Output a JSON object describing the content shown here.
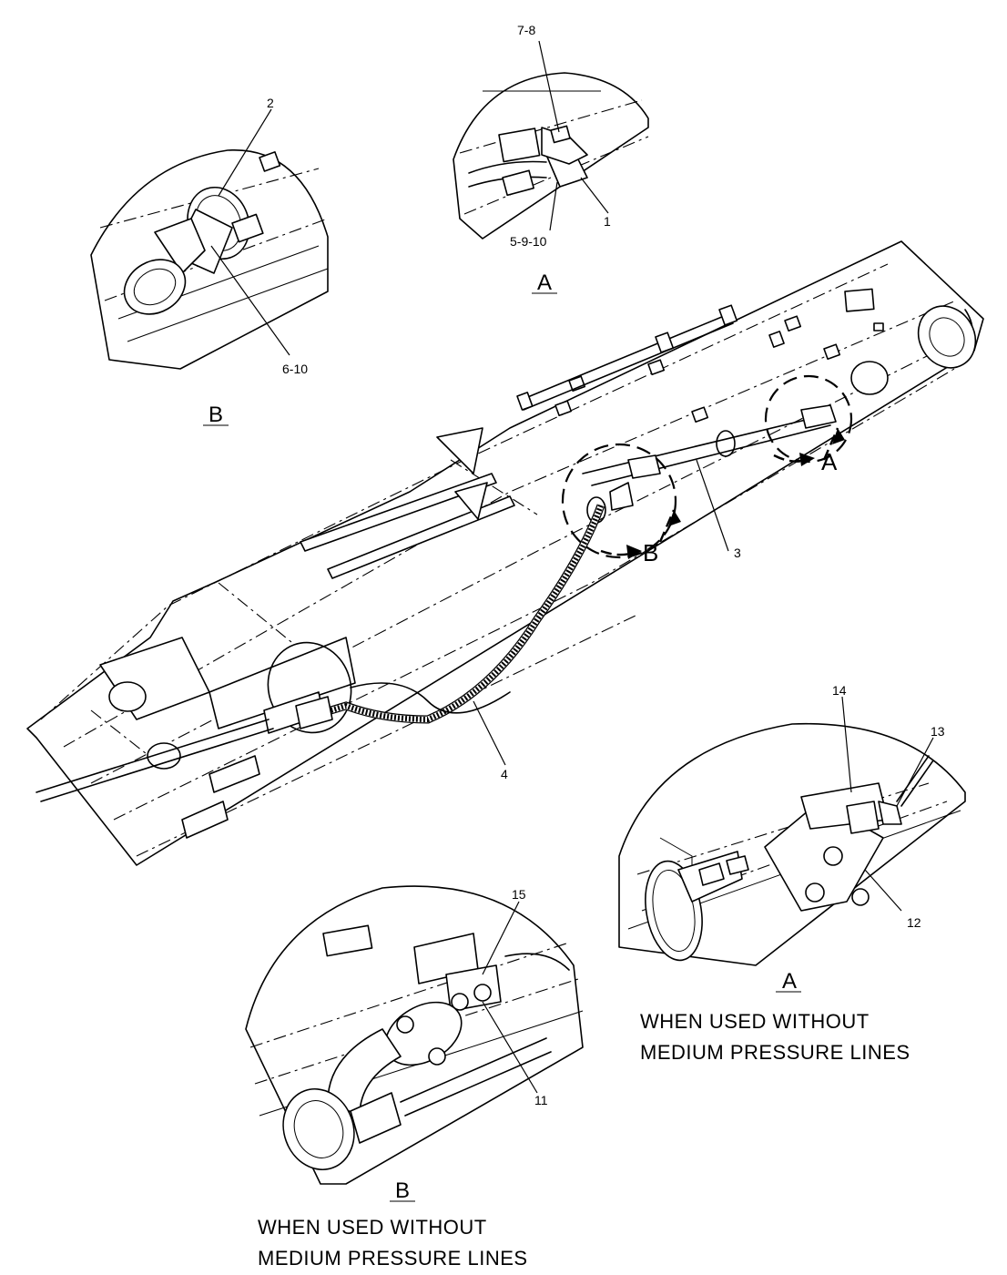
{
  "callouts": {
    "c7_8": "7-8",
    "c2": "2",
    "c1": "1",
    "c5_9_10": "5-9-10",
    "c6_10": "6-10",
    "c3": "3",
    "c4": "4",
    "c14": "14",
    "c13": "13",
    "c12": "12",
    "c15": "15",
    "c11": "11"
  },
  "views": {
    "top_a": "A",
    "top_b": "B",
    "arrow_a": "A",
    "arrow_b": "B",
    "bottom_a": "A",
    "bottom_b": "B"
  },
  "notes": {
    "right_line1": "WHEN  USED  WITHOUT",
    "right_line2": "MEDIUM  PRESSURE  LINES",
    "left_line1": "WHEN  USED  WITHOUT",
    "left_line2": "MEDIUM  PRESSURE  LINES"
  }
}
